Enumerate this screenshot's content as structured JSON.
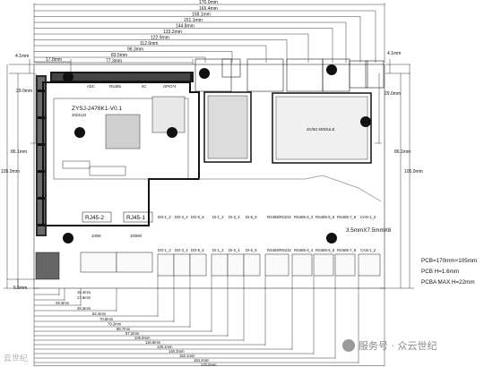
{
  "top_dimensions": [
    "170.0mm",
    "165.4mm",
    "158.1mm",
    "151.1mm",
    "144.8mm",
    "133.2mm",
    "122.9mm",
    "112.6mm",
    "96.3mm",
    "83.5mm",
    "77.3mm",
    "17.8mm"
  ],
  "bottom_dimensions": [
    "15.4mm",
    "17.6mm",
    "29.3mm",
    "48.3mm",
    "62.4mm",
    "70.8mm",
    "79.2mm",
    "88.7mm",
    "97.2mm",
    "105.9mm",
    "116.8mm",
    "128.1mm",
    "140.3mm",
    "152.1mm",
    "164.4mm",
    "170.0mm"
  ],
  "side_dimensions": {
    "top_left": "4.1mm",
    "top_right": "4.1mm",
    "left_29": "29.0mm",
    "right_29": "29.0mm",
    "left_86": "86.1mm",
    "right_86": "86.1mm",
    "left_105": "105.0mm",
    "right_105": "105.0mm",
    "left_bottom": "5.5mm"
  },
  "module": {
    "title": "ZYSJ-2476K1-V0.1",
    "date": "2024122",
    "rj45_2": "RJ45-2",
    "rj45_1": "RJ45-1"
  },
  "g4_module": "4G/5G MODULE",
  "connector_labels_top": [
    "ADC",
    "RS485",
    "IIC",
    "GPIO*4"
  ],
  "speed_labels": [
    "100M",
    "1000M"
  ],
  "upper_row_labels": [
    "DO-1_2",
    "DO-3_4",
    "DO-5_6",
    "DI-1_2",
    "DI-3_4",
    "DI-5_6",
    "RS485/RS232",
    "RS485-3_4",
    "RS485-5_6",
    "RS485-7_8",
    "CAN-1_2"
  ],
  "lower_row_labels": [
    "DO-1_2",
    "DO-3_4",
    "DO-5_6",
    "DI-1_2",
    "DI-3_4",
    "DI-5_6",
    "RS485/RS232",
    "RS485-3_4",
    "RS485-5_6",
    "RS485-7_8",
    "CAN-1_2"
  ],
  "hole_label": "3.5mmX7.5mmX6",
  "specs": [
    "PCB=170mm×105mm",
    "PCB  H=1.6mm",
    "PCBA   MAX   H=22mm"
  ],
  "watermark": {
    "text": "服务号 · 众云世纪",
    "corner": "云世纪"
  }
}
